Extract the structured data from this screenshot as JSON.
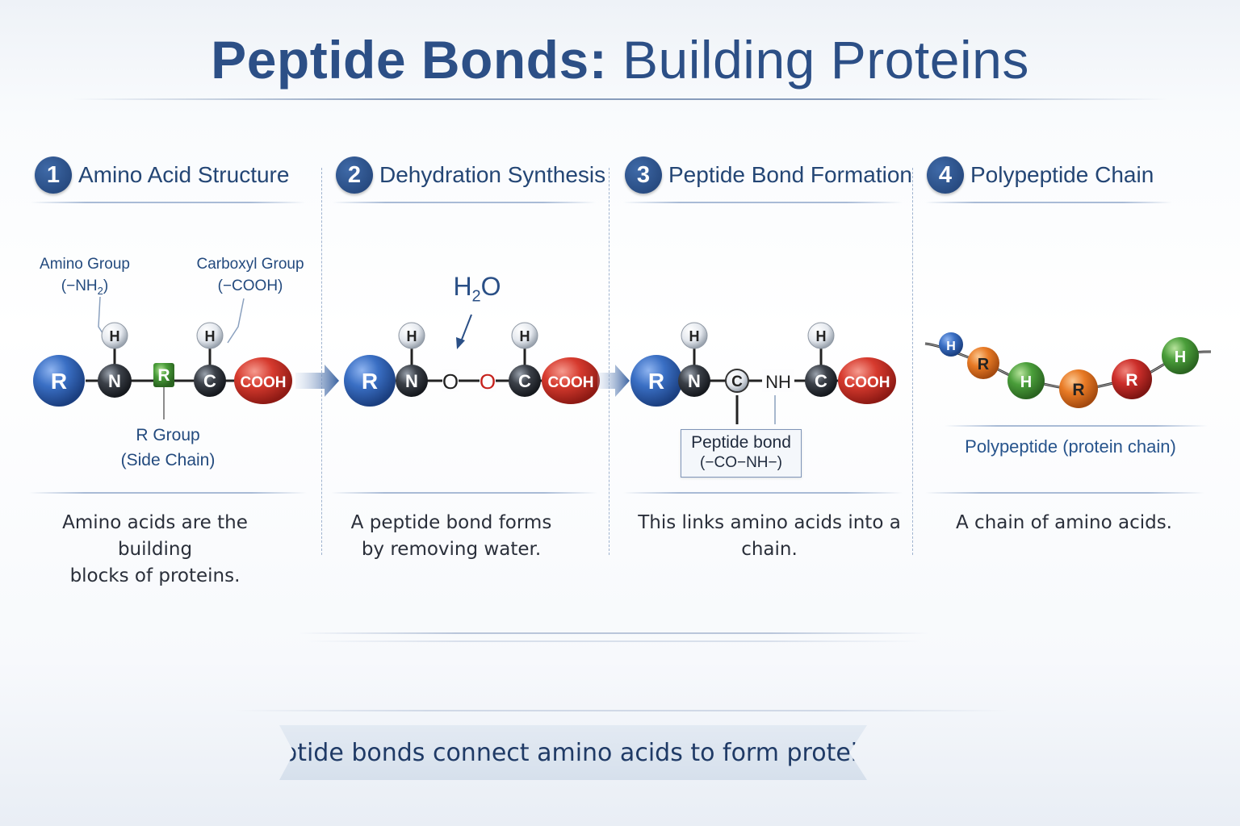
{
  "title": {
    "bold": "Peptide Bonds:",
    "light": "Building Proteins"
  },
  "steps": [
    {
      "num": "1",
      "title": "Amino Acid Structure",
      "desc_l1": "Amino acids are the building",
      "desc_l2": "blocks of proteins."
    },
    {
      "num": "2",
      "title": "Dehydration Synthesis",
      "desc_l1": "A peptide bond forms",
      "desc_l2": "by removing water."
    },
    {
      "num": "3",
      "title": "Peptide Bond Formation",
      "desc_l1": "This links amino acids into a chain.",
      "desc_l2": ""
    },
    {
      "num": "4",
      "title": "Polypeptide Chain",
      "desc_l1": "A chain of amino acids.",
      "desc_l2": ""
    }
  ],
  "labels": {
    "amino_group": "Amino Group",
    "amino_formula": "(−NH",
    "amino_sub": "2",
    "amino_close": ")",
    "carboxyl_group": "Carboxyl Group",
    "carboxyl_formula": "(−COOH)",
    "r_group": "R Group",
    "side_chain": "(Side Chain)",
    "water_h": "H",
    "water_sub": "2",
    "water_o": "O",
    "peptide_bond": "Peptide bond",
    "peptide_formula": "(−CO−NH−)",
    "polypeptide": "Polypeptide (protein chain)"
  },
  "atoms": {
    "r": "R",
    "n": "N",
    "h": "H",
    "c": "C",
    "o": "O",
    "nh": "NH",
    "cooh": "COOH"
  },
  "colors": {
    "title": "#2c4f86",
    "r_atom": "#3a6fc4",
    "n_atom": "#3b4048",
    "c_atom": "#2b2e33",
    "cooh_atom": "#d63a2e",
    "h_atom": "#e9ecef",
    "r_side": "#5aa83a",
    "orange": "#e87a25",
    "green": "#4a9e3a",
    "red": "#cc2e2a",
    "arrow": "#3a62a0"
  },
  "footer": "Peptide bonds connect amino acids to form proteins."
}
